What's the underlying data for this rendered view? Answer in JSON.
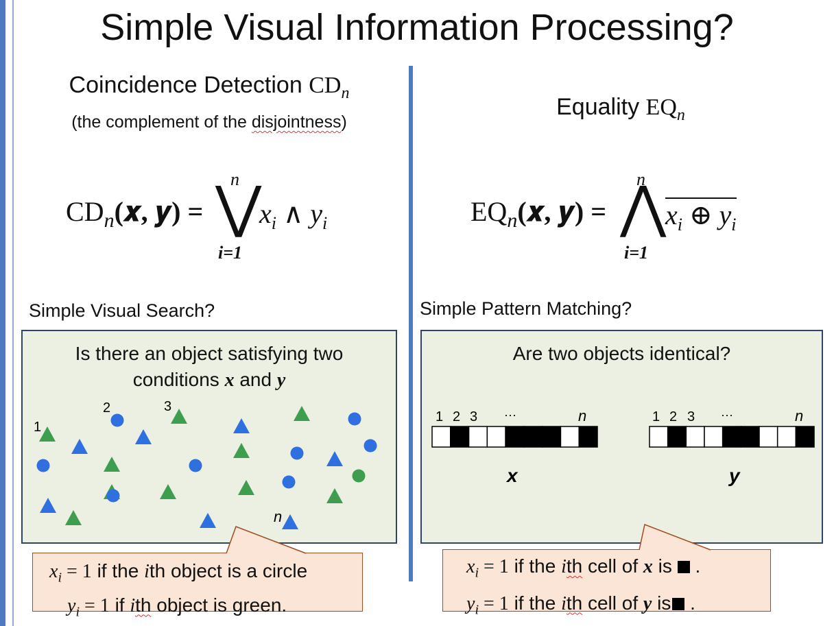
{
  "title": "Simple Visual Information Processing?",
  "left": {
    "heading": "Coincidence Detection",
    "heading_symbol": "CD",
    "heading_sub": "n",
    "subtitle_prefix": "(the complement of the ",
    "subtitle_word": "disjointness",
    "subtitle_suffix": ")",
    "formula": {
      "name": "CD",
      "name_sub": "n",
      "args": "(𝒙, 𝒚) =",
      "upper": "n",
      "lower": "i=1",
      "operator": "⋁",
      "body_x": "x",
      "body_and": "∧",
      "body_y": "y",
      "index": "i"
    },
    "section_label": "Simple Visual Search?",
    "panel": {
      "question_line1": "Is there an object satisfying two",
      "question_line2_a": "conditions ",
      "question_line2_x": "x",
      "question_line2_and": " and ",
      "question_line2_y": "y"
    },
    "shape_labels": [
      "1",
      "2",
      "3",
      "n"
    ],
    "callout": {
      "line1_var": "x",
      "line1_idx": "i",
      "line1_eq": " = 1",
      "line1_text_a": " if the ",
      "line1_i": "i",
      "line1_th": "th",
      "line1_text_b": " object is a circle",
      "line2_var": "y",
      "line2_idx": "i",
      "line2_eq": " = 1",
      "line2_text_a": " if ",
      "line2_i": "i",
      "line2_th": "th",
      "line2_text_b": " object is green."
    }
  },
  "right": {
    "heading": "Equality",
    "heading_symbol": "EQ",
    "heading_sub": "n",
    "formula": {
      "name": "EQ",
      "name_sub": "n",
      "args": "(𝒙, 𝒚) =",
      "upper": "n",
      "lower": "i=1",
      "operator": "⋀",
      "body_x": "x",
      "body_xor": "⊕",
      "body_y": "y",
      "index": "i"
    },
    "section_label": "Simple Pattern Matching?",
    "panel": {
      "question": "Are two objects identical?",
      "cell_labels": [
        "1",
        "2",
        "3",
        "···",
        "n"
      ],
      "x_label": "x",
      "y_label": "y"
    },
    "callout": {
      "line1_var": "x",
      "line1_idx": "i",
      "line1_eq": " = 1",
      "line1_text_a": " if the ",
      "line1_i": "i",
      "line1_th": "th",
      "line1_text_b": " cell of ",
      "line1_obj": "x",
      "line1_is": " is",
      "line1_end": " .",
      "line2_var": "y",
      "line2_idx": "i",
      "line2_eq": " = 1",
      "line2_text_a": " if the ",
      "line2_i": "i",
      "line2_th": "th",
      "line2_text_b": " cell of ",
      "line2_obj": "y",
      "line2_is": " is",
      "line2_end": " ."
    }
  },
  "colors": {
    "accent_blue": "#4f7ac0",
    "shape_blue": "#2f6fe0",
    "shape_green": "#3f9d4f",
    "panel_bg": "#ebf0e3",
    "callout_bg": "#fbe5d6"
  },
  "x_cells": [
    "white",
    "black",
    "white",
    "white",
    "black",
    "black",
    "black",
    "white",
    "black"
  ],
  "y_cells": [
    "white",
    "black",
    "white",
    "white",
    "black",
    "black",
    "white",
    "white",
    "black"
  ]
}
